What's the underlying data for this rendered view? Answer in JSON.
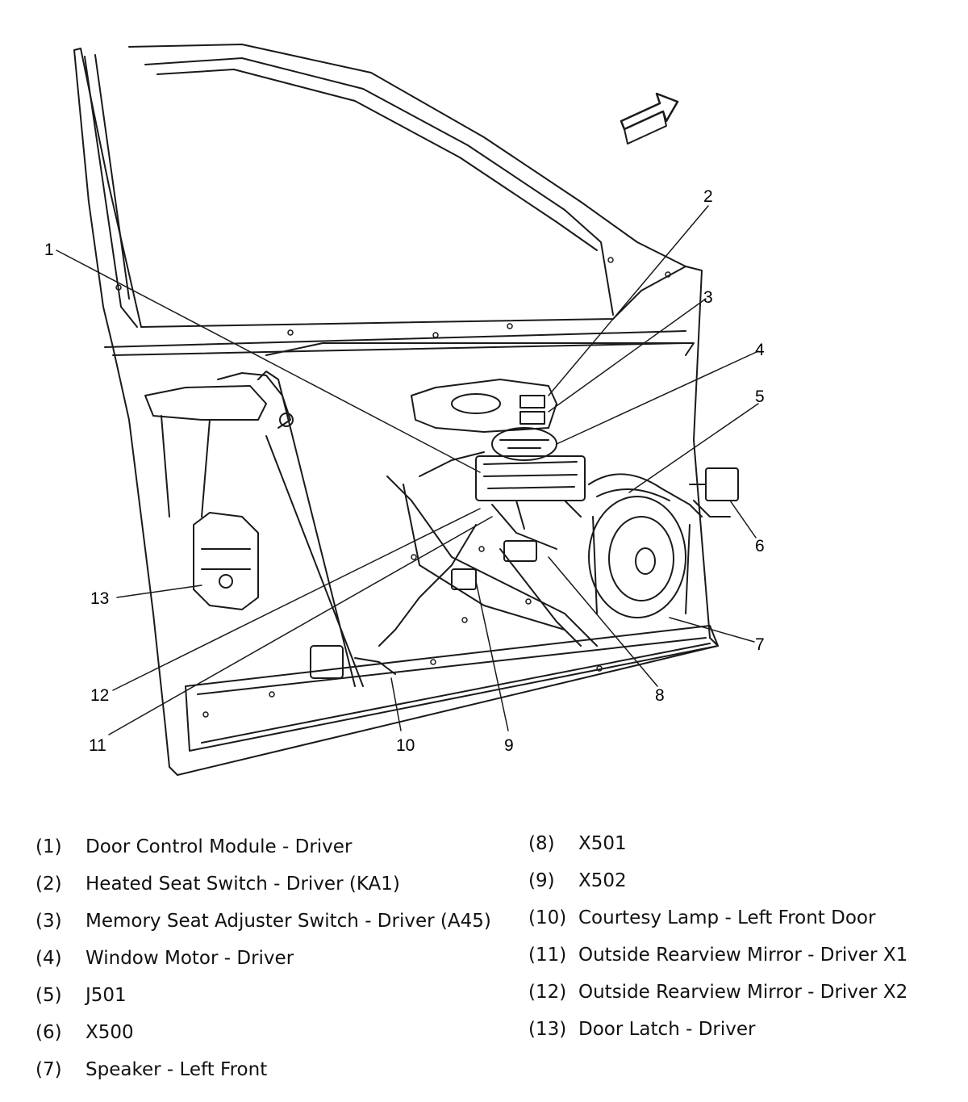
{
  "callouts": [
    "1",
    "2",
    "3",
    "4",
    "5",
    "6",
    "7",
    "8",
    "9",
    "10",
    "11",
    "12",
    "13"
  ],
  "legend_left": [
    {
      "num": "(1)",
      "label": "Door Control Module - Driver"
    },
    {
      "num": "(2)",
      "label": "Heated Seat Switch - Driver (KA1)"
    },
    {
      "num": "(3)",
      "label": "Memory Seat Adjuster Switch - Driver (A45)"
    },
    {
      "num": "(4)",
      "label": "Window Motor - Driver"
    },
    {
      "num": "(5)",
      "label": "J501"
    },
    {
      "num": "(6)",
      "label": "X500"
    },
    {
      "num": "(7)",
      "label": "Speaker - Left Front"
    }
  ],
  "legend_right": [
    {
      "num": "(8)",
      "label": "X501"
    },
    {
      "num": "(9)",
      "label": "X502"
    },
    {
      "num": "(10)",
      "label": "Courtesy Lamp - Left Front Door"
    },
    {
      "num": "(11)",
      "label": "Outside Rearview Mirror - Driver X1"
    },
    {
      "num": "(12)",
      "label": "Outside Rearview Mirror - Driver X2"
    },
    {
      "num": "(13)",
      "label": "Door Latch - Driver"
    }
  ]
}
